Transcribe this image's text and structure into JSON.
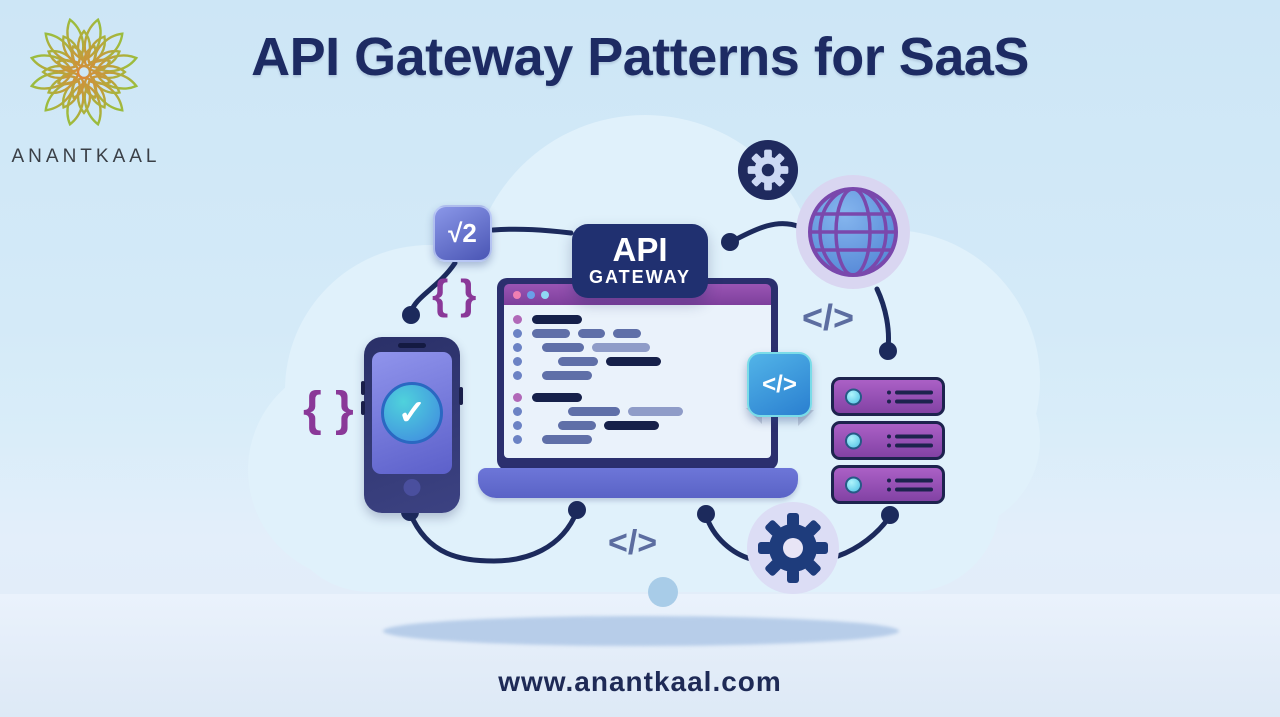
{
  "brand": {
    "name": "ANANTKAAL",
    "logo_icon": "mandala-flower"
  },
  "header": {
    "title": "API Gateway Patterns for SaaS"
  },
  "diagram": {
    "gateway_badge": {
      "title": "API",
      "subtitle": "GATEWAY"
    },
    "sqrt_badge": {
      "label": "√2"
    },
    "code_badge": {
      "label": "</>"
    },
    "code_tag_right": {
      "label": "</>"
    },
    "code_tag_bottom": {
      "label": "</>"
    },
    "braces_top": {
      "label": "{ }"
    },
    "braces_left": {
      "label": "{ }"
    },
    "phone": {
      "check_glyph": "✓"
    },
    "icons": [
      "gear-icon",
      "globe-icon",
      "smartphone-check-icon",
      "laptop-code-icon",
      "server-stack-icon",
      "gear-icon"
    ]
  },
  "footer": {
    "website": "www.anantkaal.com"
  },
  "colors": {
    "background": "#cde6f6",
    "cloud": "#e0f1fb",
    "title_navy": "#1d2b63",
    "badge_navy": "#203070",
    "connector_navy": "#1c2a5c",
    "laptop_titlebar_purple": "#8a4aa8",
    "server_purple": "#9a52ba",
    "code_badge_blue": "#2a7fd0",
    "brace_purple": "#8a3898",
    "slate_code": "#5c6da0",
    "check_teal": "#3fc2da"
  }
}
